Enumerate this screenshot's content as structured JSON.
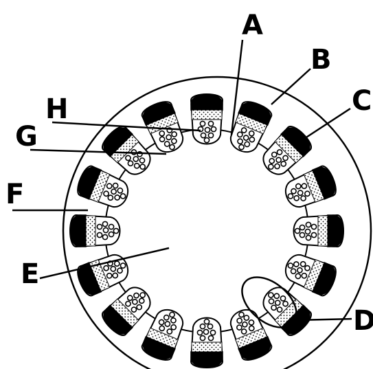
{
  "labels": {
    "A": "A",
    "B": "B",
    "C": "C",
    "D": "D",
    "E": "E",
    "F": "F",
    "G": "G",
    "H": "H"
  },
  "colors": {
    "ink": "#000000",
    "paper": "#ffffff"
  }
}
